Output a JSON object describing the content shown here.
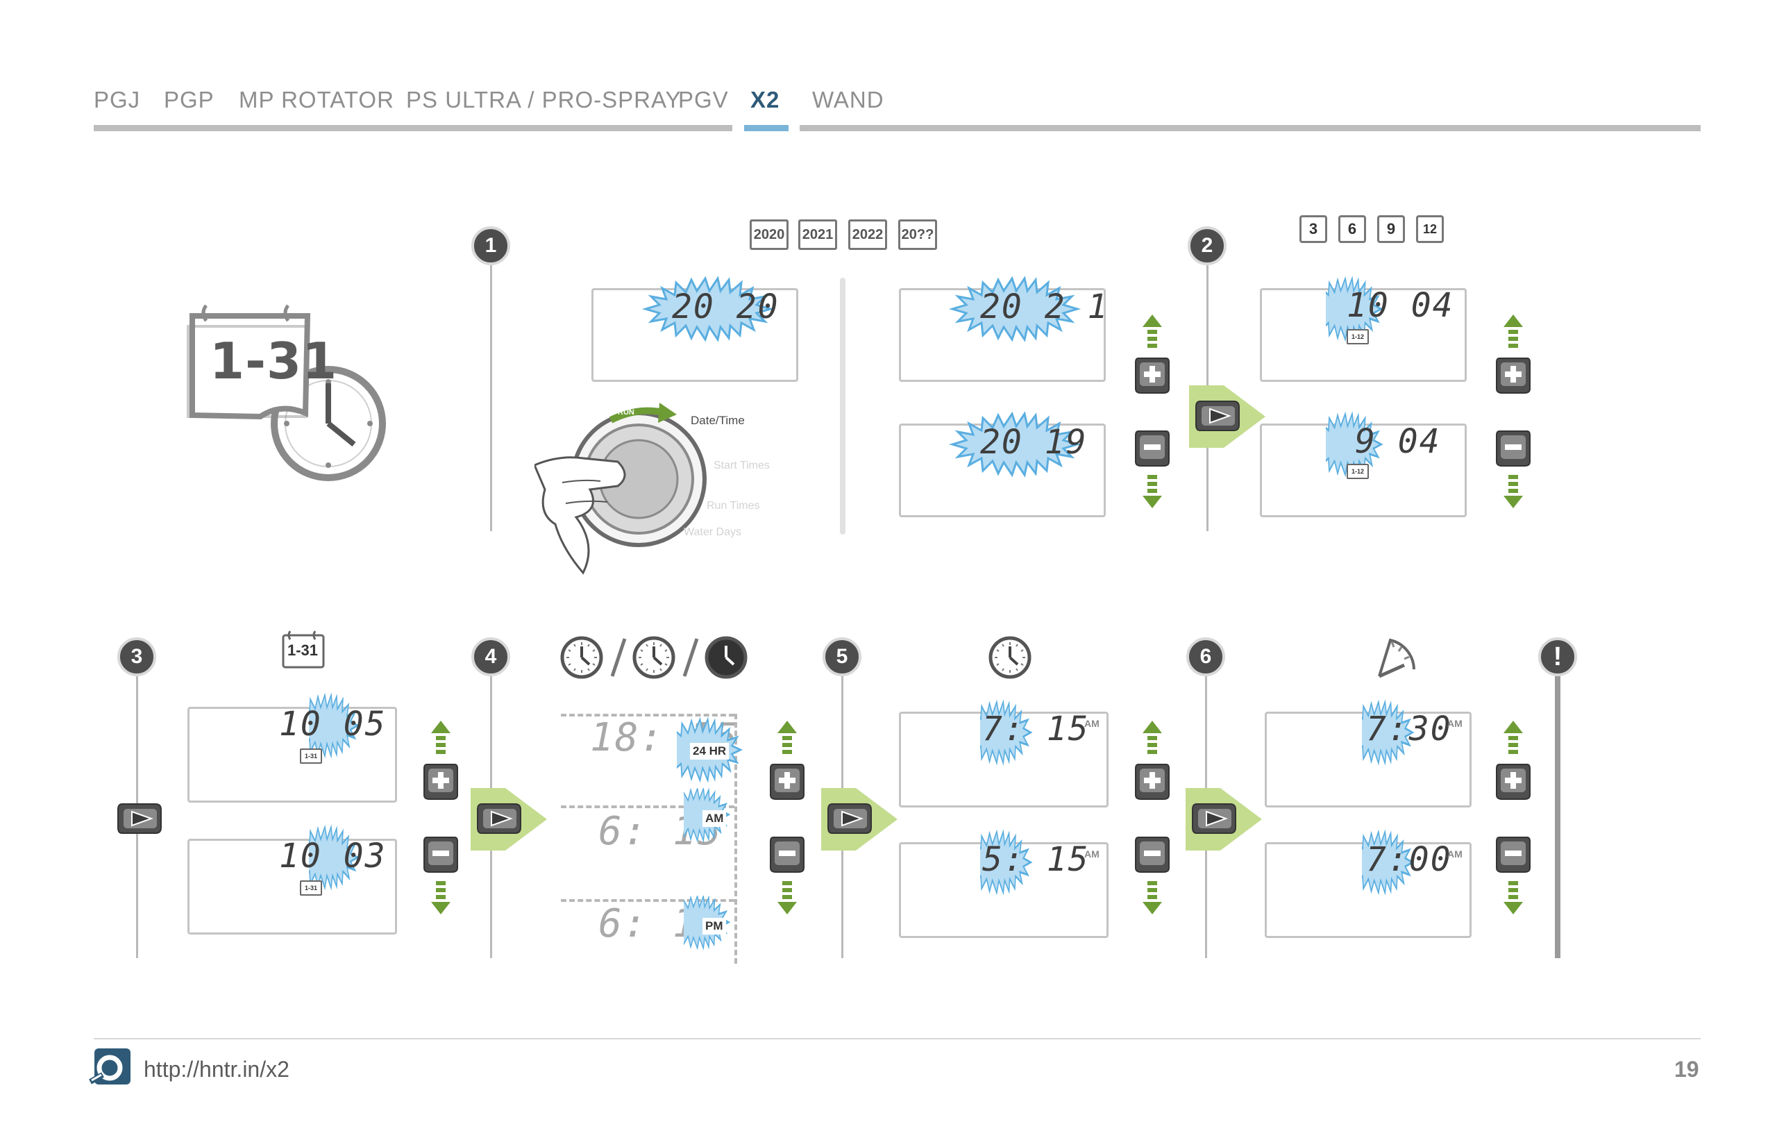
{
  "nav": {
    "items": [
      {
        "label": "PGJ"
      },
      {
        "label": "PGP"
      },
      {
        "label": "MP ROTATOR"
      },
      {
        "label": "PS ULTRA / PRO-SPRAY"
      },
      {
        "label": "PGV"
      },
      {
        "label": "X2"
      },
      {
        "label": "WAND"
      }
    ],
    "active": "X2"
  },
  "steps": [
    "1",
    "2",
    "3",
    "4",
    "5",
    "6",
    "!"
  ],
  "hero_calendar": "1-31",
  "years": [
    "2020",
    "2021",
    "2022",
    "20??"
  ],
  "months": [
    "3",
    "6",
    "9",
    "12"
  ],
  "day_calendar": "1-31",
  "month_tag": "1-12",
  "day_tag": "1-31",
  "dial": {
    "run": "RUN",
    "date_time": "Date/Time",
    "start_times": "Start Times",
    "run_times": "Run Times",
    "water_days": "Water Days"
  },
  "displays": {
    "year_current": "20 20",
    "year_up": "20 2 1",
    "year_down": "20 19",
    "month_up": "10 04",
    "month_down": "9 04",
    "day_up": "10 05",
    "day_down": "10 03",
    "clock_24": "18: 15",
    "clock_am": "6: 15",
    "clock_pm": "6: 15",
    "hour_up": "7: 15",
    "hour_down": "5: 15",
    "min_up": "7:30",
    "min_down": "7:00"
  },
  "tags": {
    "hr24": "24 HR",
    "am": "AM",
    "pm": "PM"
  },
  "footer": {
    "url": "http://hntr.in/x2",
    "page": "19"
  },
  "colors": {
    "accent_blue": "#2e5a78",
    "burst_blue": "#5aaee0",
    "arrow_green": "#6d9c35",
    "panel_green": "#c4dc8e"
  }
}
